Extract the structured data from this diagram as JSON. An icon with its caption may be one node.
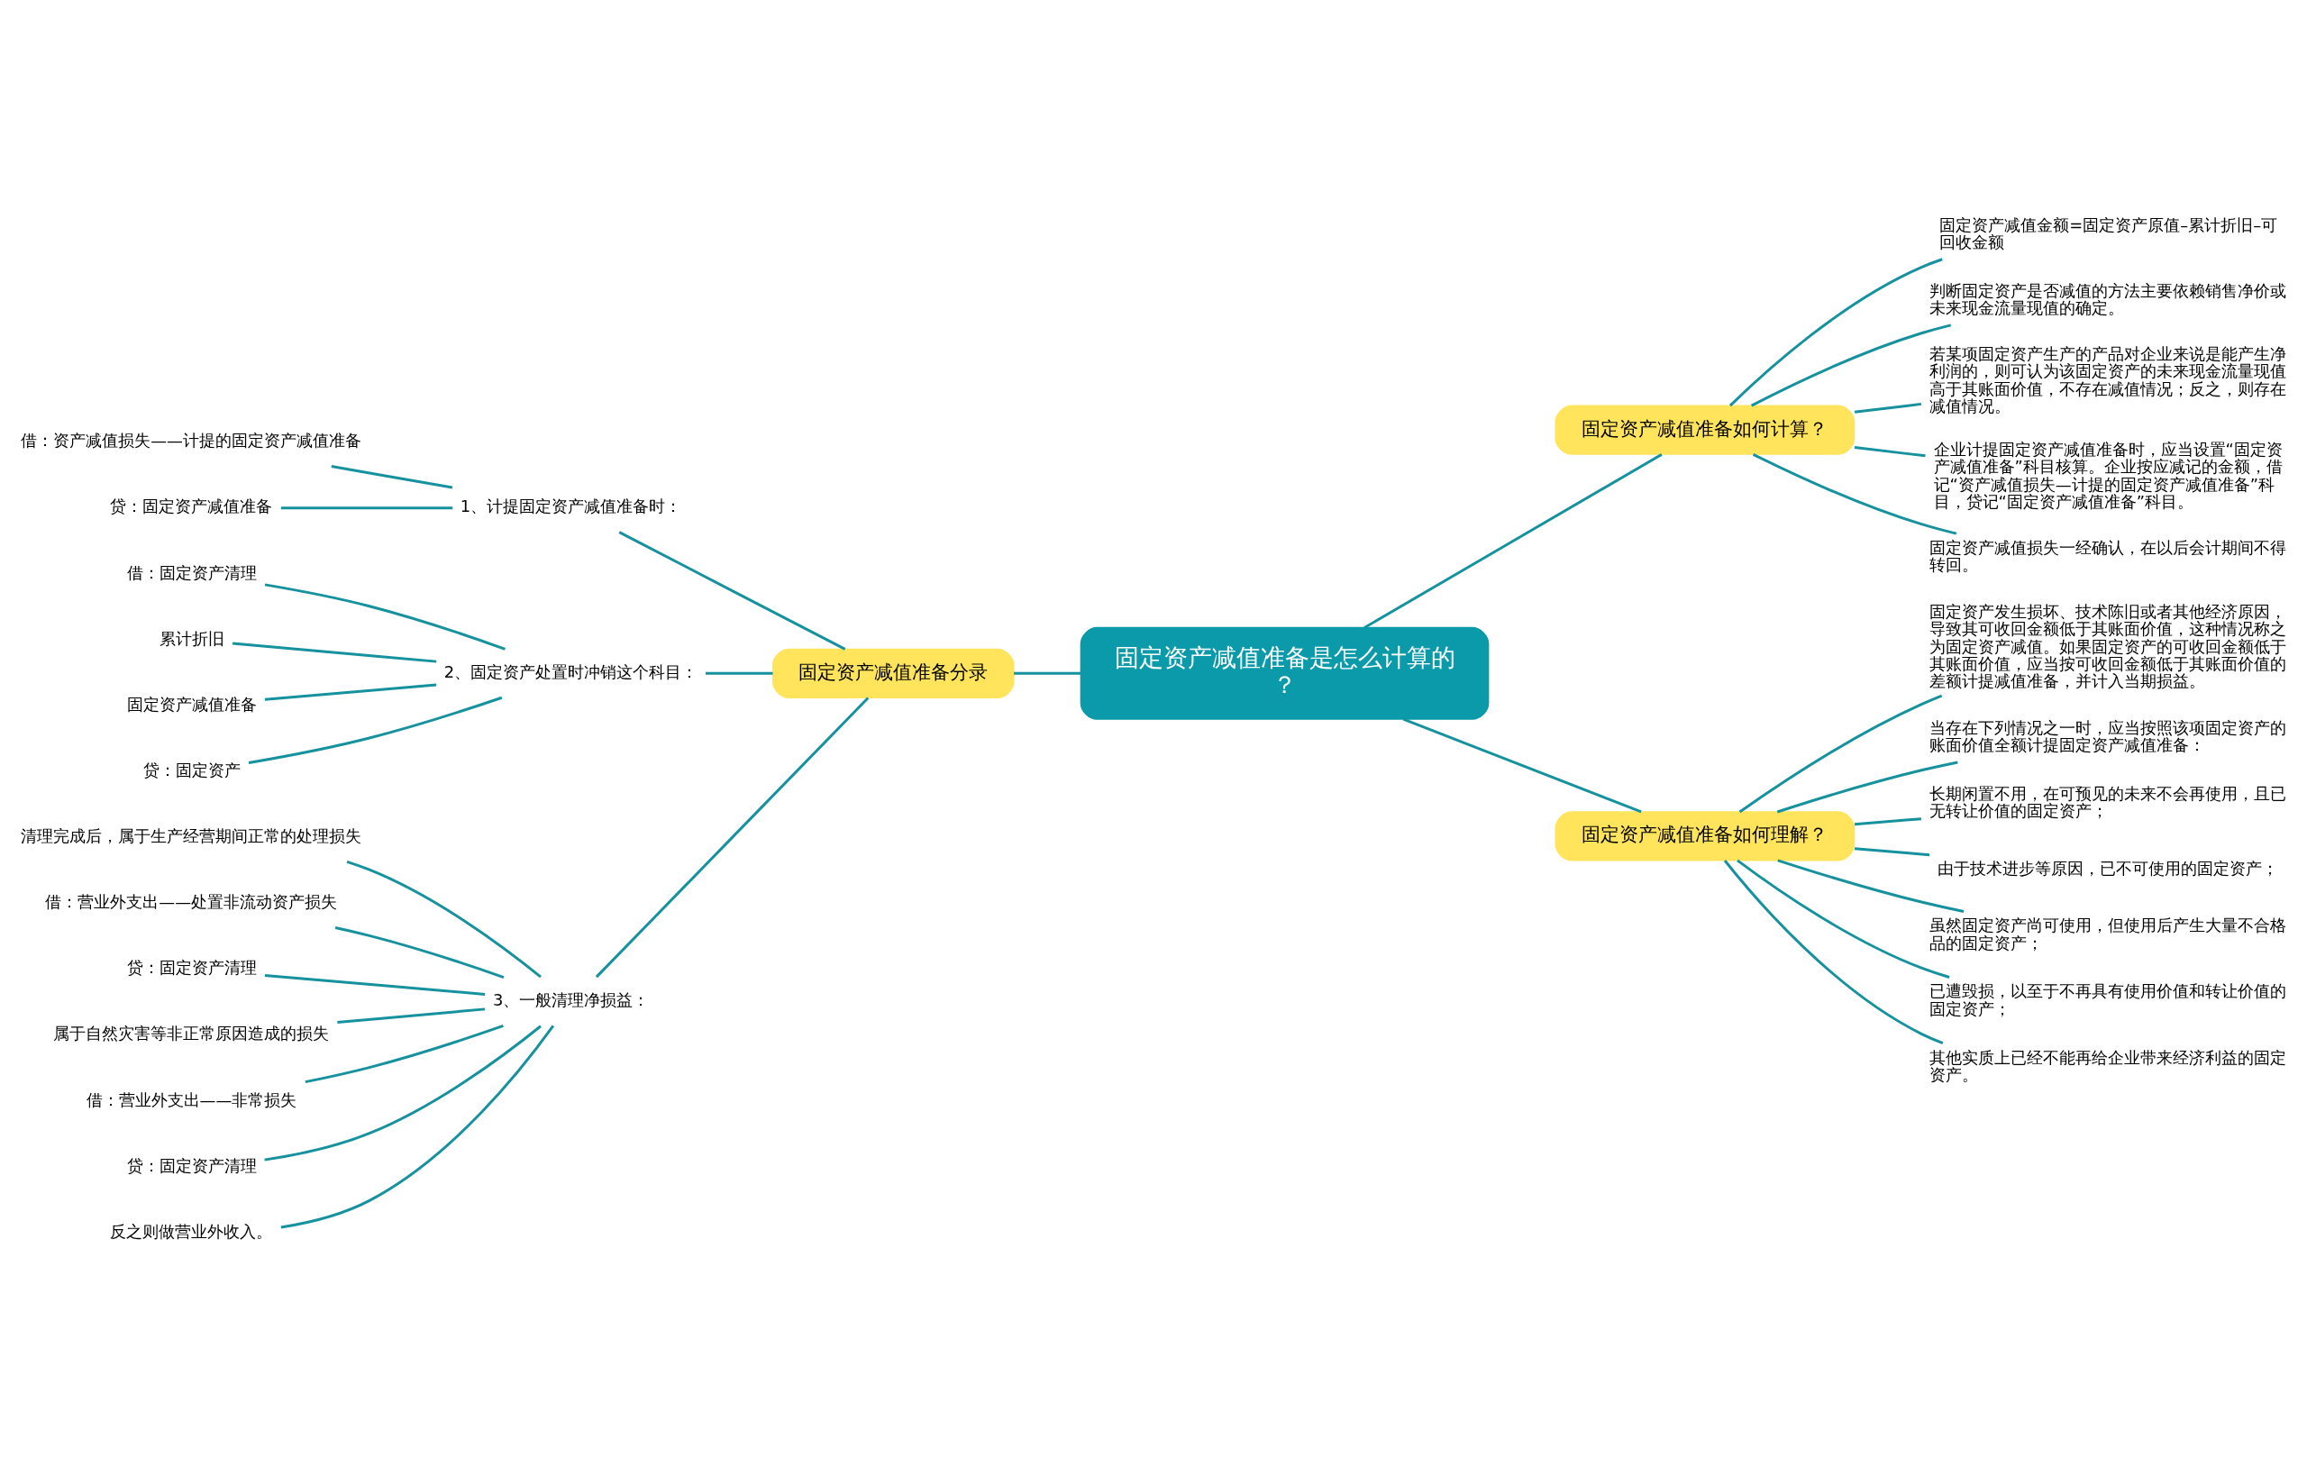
{
  "diagram": {
    "nodes": [
      {
        "text": [
          "固定资产减值准备是怎么计算的？"
        ]
      },
      {
        "text": [
          "固定资产减值准备如何计算？"
        ]
      },
      {
        "text": [
          "固定资产减值金额=固定资产原值–累计折旧–可回收金额"
        ]
      },
      {
        "text": [
          "判断固定资产是否减值的方法主要依赖销售净价或未来现金流量现值的确定。"
        ]
      },
      {
        "text": [
          "若某项固定资产生产的产品对企业来说是能产生净利润的，则可认为该固定资产的未来现金流量现值高于其账面价值，不存在减值情况；反之，则存在减值情况。"
        ]
      },
      {
        "text": [
          "企业计提固定资产减值准备时，应当设置“固定资产减值准备”科目核算。企业按应减记的金额，借记“资产减值损失—计提的固定资产减值准备”科目，贷记“固定资产减值准备”科目。"
        ]
      },
      {
        "text": [
          "固定资产减值损失一经确认，在以后会计期间不得转回。"
        ]
      },
      {
        "text": [
          "固定资产减值准备如何理解？"
        ]
      },
      {
        "text": [
          "固定资产发生损坏、技术陈旧或者其他经济原因，导致其可收回金额低于其账面价值，这种情况称之为固定资产减值。如果固定资产的可收回金额低于其账面价值，应当按可收回金额低于其账面价值的差额计提减值准备，并计入当期损益。"
        ]
      },
      {
        "text": [
          "当存在下列情况之一时，应当按照该项固定资产的账面价值全额计提固定资产减值准备："
        ]
      },
      {
        "text": [
          "长期闲置不用，在可预见的未来不会再使用，且已无转让价值的固定资产；"
        ]
      },
      {
        "text": [
          "由于技术进步等原因，已不可使用的固定资产；"
        ]
      },
      {
        "text": [
          "虽然固定资产尚可使用，但使用后产生大量不合格品的固定资产；"
        ]
      },
      {
        "text": [
          "已遭毁损，以至于不再具有使用价值和转让价值的固定资产；"
        ]
      },
      {
        "text": [
          "其他实质上已经不能再给企业带来经济利益的固定资产。"
        ]
      },
      {
        "text": [
          "固定资产减值准备分录"
        ]
      },
      {
        "text": [
          "1、计提固定资产减值准备时："
        ]
      },
      {
        "text": [
          "借：资产减值损失——计提的固定资产减值准备"
        ]
      },
      {
        "text": [
          "贷：固定资产减值准备"
        ]
      },
      {
        "text": [
          "2、固定资产处置时冲销这个科目："
        ]
      },
      {
        "text": [
          "借：固定资产清理"
        ]
      },
      {
        "text": [
          "累计折旧"
        ]
      },
      {
        "text": [
          "固定资产减值准备"
        ]
      },
      {
        "text": [
          "贷：固定资产"
        ]
      },
      {
        "text": [
          "3、一般清理净损益："
        ]
      },
      {
        "text": [
          "清理完成后，属于生产经营期间正常的处理损失"
        ]
      },
      {
        "text": [
          "借：营业外支出——处置非流动资产损失"
        ]
      },
      {
        "text": [
          "贷：固定资产清理"
        ]
      },
      {
        "text": [
          "属于自然灾害等非正常原因造成的损失"
        ]
      },
      {
        "text": [
          "借：营业外支出——非常损失"
        ]
      },
      {
        "text": [
          "贷：固定资产清理"
        ]
      },
      {
        "text": [
          "反之则做营业外收入。"
        ]
      }
    ],
    "edges": [
      {
        "from": 0,
        "to": 1,
        "arrow": "none"
      },
      {
        "from": 1,
        "to": 2,
        "arrow": "none"
      },
      {
        "from": 1,
        "to": 3,
        "arrow": "none"
      },
      {
        "from": 1,
        "to": 4,
        "arrow": "none"
      },
      {
        "from": 1,
        "to": 5,
        "arrow": "none"
      },
      {
        "from": 1,
        "to": 6,
        "arrow": "none"
      },
      {
        "from": 0,
        "to": 7,
        "arrow": "none"
      },
      {
        "from": 7,
        "to": 8,
        "arrow": "none"
      },
      {
        "from": 7,
        "to": 9,
        "arrow": "none"
      },
      {
        "from": 7,
        "to": 10,
        "arrow": "none"
      },
      {
        "from": 7,
        "to": 11,
        "arrow": "none"
      },
      {
        "from": 7,
        "to": 12,
        "arrow": "none"
      },
      {
        "from": 7,
        "to": 13,
        "arrow": "none"
      },
      {
        "from": 7,
        "to": 14,
        "arrow": "none"
      },
      {
        "from": 0,
        "to": 15,
        "arrow": "none"
      },
      {
        "from": 15,
        "to": 16,
        "arrow": "none"
      },
      {
        "from": 16,
        "to": 17,
        "arrow": "none"
      },
      {
        "from": 16,
        "to": 18,
        "arrow": "none"
      },
      {
        "from": 15,
        "to": 19,
        "arrow": "none"
      },
      {
        "from": 19,
        "to": 20,
        "arrow": "none"
      },
      {
        "from": 19,
        "to": 21,
        "arrow": "none"
      },
      {
        "from": 19,
        "to": 22,
        "arrow": "none"
      },
      {
        "from": 19,
        "to": 23,
        "arrow": "none"
      },
      {
        "from": 15,
        "to": 24,
        "arrow": "none"
      },
      {
        "from": 24,
        "to": 25,
        "arrow": "none"
      },
      {
        "from": 24,
        "to": 26,
        "arrow": "none"
      },
      {
        "from": 24,
        "to": 27,
        "arrow": "none"
      },
      {
        "from": 24,
        "to": 28,
        "arrow": "none"
      },
      {
        "from": 24,
        "to": 29,
        "arrow": "none"
      },
      {
        "from": 24,
        "to": 30,
        "arrow": "none"
      },
      {
        "from": 24,
        "to": 31,
        "arrow": "none"
      }
    ]
  }
}
